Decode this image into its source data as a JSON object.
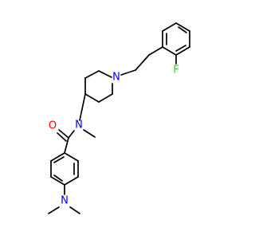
{
  "molecule": {
    "atom_labels": {
      "fluorine": "F",
      "ring_nitrogen": "N",
      "amide_nitrogen": "N",
      "amide_oxygen": "O",
      "dimethylamino_nitrogen": "N"
    },
    "colors": {
      "bond": "#000000",
      "fluorine": "#33cc33",
      "nitrogen": "#0000ff",
      "oxygen": "#ff0000",
      "background": "#ffffff"
    }
  }
}
